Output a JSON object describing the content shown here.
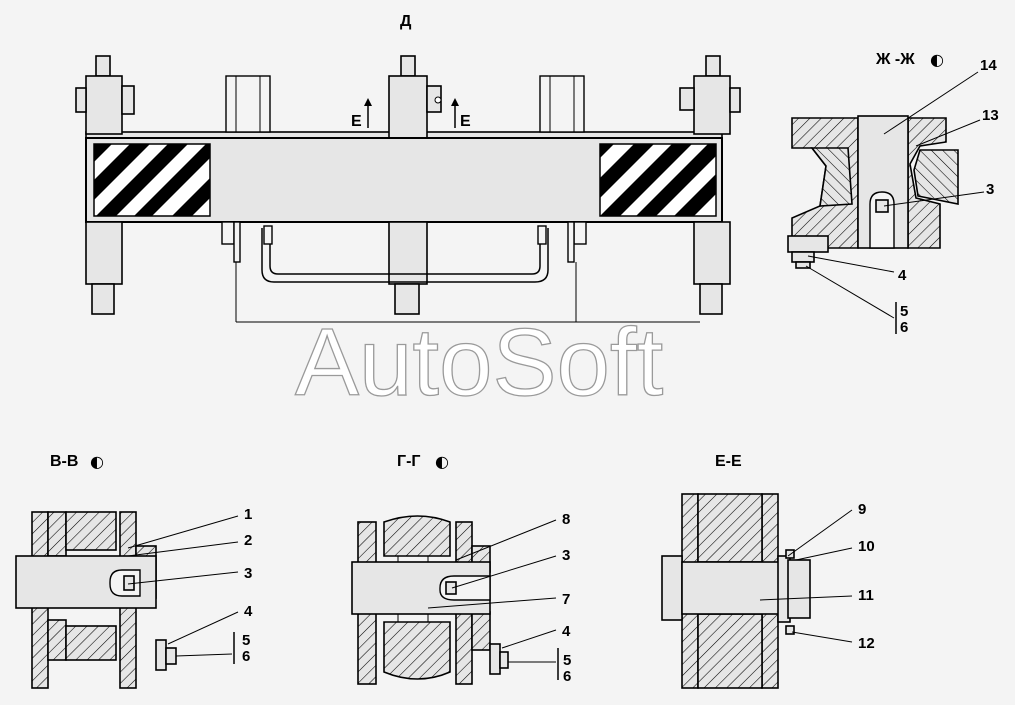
{
  "views": {
    "top": {
      "title": "Д",
      "cut_mark_left": "Е",
      "cut_mark_right": "Е"
    },
    "section_zh": {
      "title": "Ж -Ж",
      "callouts": [
        "14",
        "13",
        "3",
        "4",
        "5",
        "6"
      ]
    },
    "section_v": {
      "title": "В-В",
      "callouts": [
        "1",
        "2",
        "3",
        "4",
        "5",
        "6"
      ]
    },
    "section_g": {
      "title": "Г-Г",
      "callouts": [
        "8",
        "3",
        "7",
        "4",
        "5",
        "6"
      ]
    },
    "section_e": {
      "title": "Е-Е",
      "callouts": [
        "9",
        "10",
        "11",
        "12"
      ]
    }
  },
  "rotation_symbol": "◐",
  "watermark": "AutoSoft"
}
